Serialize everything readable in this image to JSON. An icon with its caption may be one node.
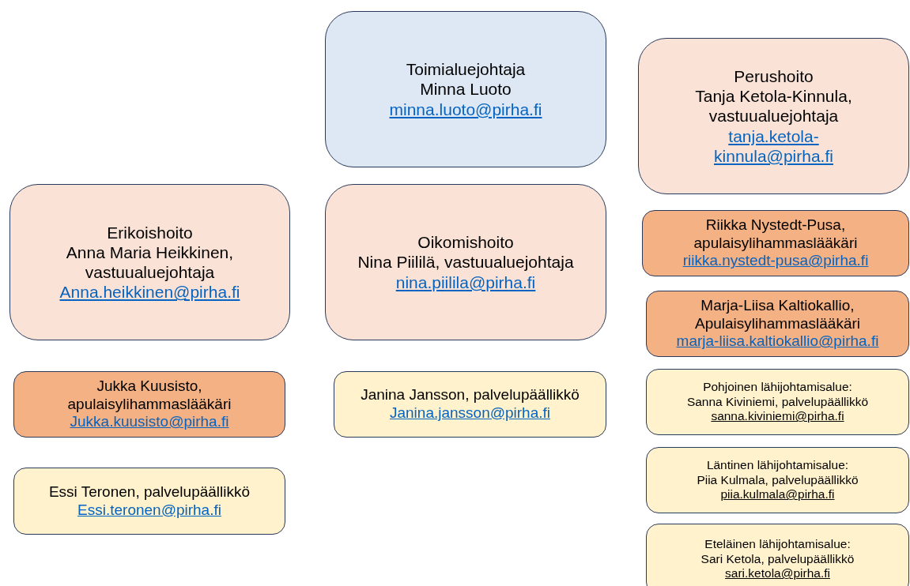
{
  "diagram": {
    "nodes": [
      {
        "text": [
          "Toimialuejohtaja",
          "Minna Luoto",
          "minna.luoto@pirha.fi"
        ]
      },
      {
        "text": [
          "Perushoito",
          "Tanja Ketola-Kinnula, vastuualuejohtaja",
          "tanja.ketola-kinnula@pirha.fi"
        ]
      },
      {
        "text": [
          "Erikoishoito",
          "Anna Maria Heikkinen, vastuualuejohtaja",
          "Anna.heikkinen@pirha.fi"
        ]
      },
      {
        "text": [
          "Oikomishoito",
          "Nina Piililä, vastuualuejohtaja",
          "nina.piilila@pirha.fi"
        ]
      },
      {
        "text": [
          "Riikka Nystedt-Pusa, apulaisylihammaslääkäri",
          "riikka.nystedt-pusa@pirha.fi"
        ]
      },
      {
        "text": [
          "Marja-Liisa Kaltiokallio, Apulaisylihammaslääkäri",
          "marja-liisa.kaltiokallio@pirha.fi"
        ]
      },
      {
        "text": [
          "Jukka Kuusisto, apulaisylihammaslääkäri",
          "Jukka.kuusisto@pirha.fi"
        ]
      },
      {
        "text": [
          "Janina Jansson, palvelupäällikkö",
          "Janina.jansson@pirha.fi"
        ]
      },
      {
        "text": [
          "Pohjoinen lähijohtamisalue:",
          "Sanna Kiviniemi, palvelupäällikkö",
          "sanna.kiviniemi@pirha.fi"
        ]
      },
      {
        "text": [
          "Essi Teronen, palvelupäällikkö",
          "Essi.teronen@pirha.fi"
        ]
      },
      {
        "text": [
          "Läntinen lähijohtamisalue:",
          "Piia Kulmala, palvelupäällikkö",
          "piia.kulmala@pirha.fi"
        ]
      },
      {
        "text": [
          "Eteläinen lähijohtamisalue:",
          "Sari Ketola, palvelupäällikkö",
          "sari.ketola@pirha.fi"
        ]
      }
    ]
  }
}
